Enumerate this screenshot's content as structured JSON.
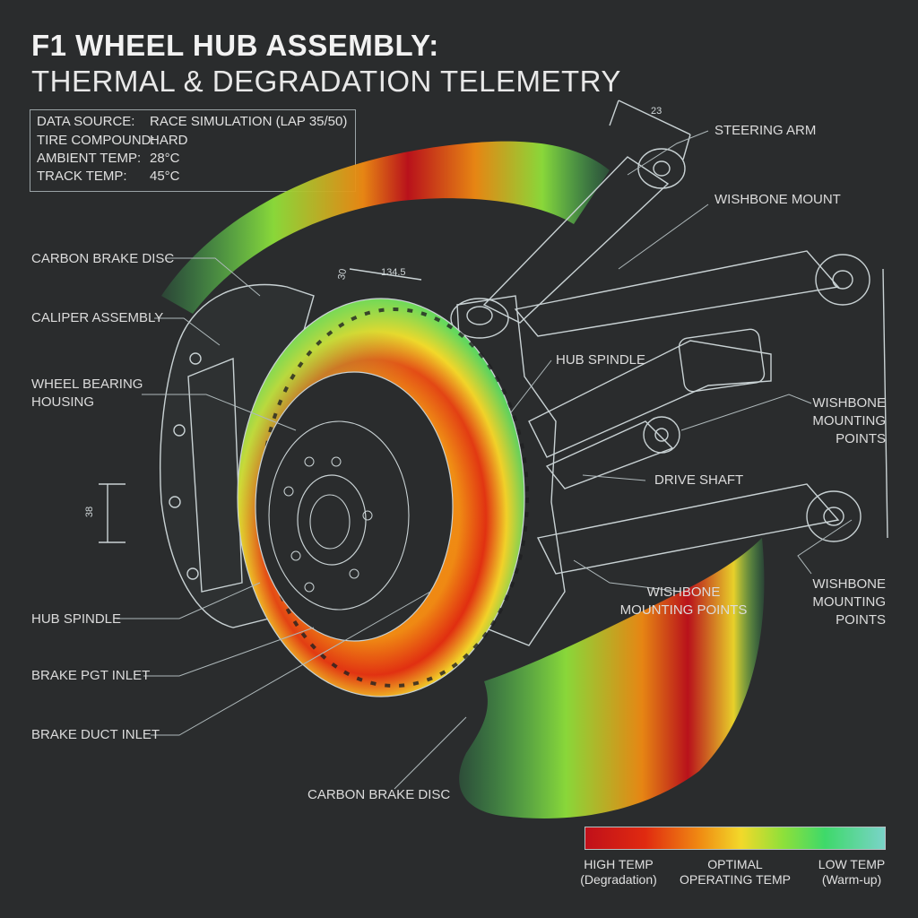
{
  "title": {
    "line1": "F1 WHEEL HUB ASSEMBLY:",
    "line2": "THERMAL & DEGRADATION TELEMETRY"
  },
  "info": [
    {
      "key": "DATA SOURCE:",
      "value": "RACE SIMULATION (LAP 35/50)"
    },
    {
      "key": "TIRE COMPOUND:",
      "value": "HARD"
    },
    {
      "key": "AMBIENT TEMP:",
      "value": "28°C"
    },
    {
      "key": "TRACK TEMP:",
      "value": "45°C"
    }
  ],
  "labels": {
    "carbon_brake_disc_top": "CARBON BRAKE DISC",
    "caliper_assembly": "CALIPER ASSEMBLY",
    "wheel_bearing_line1": "WHEEL BEARING",
    "wheel_bearing_line2": "HOUSING",
    "hub_spindle_left": "HUB SPINDLE",
    "brake_pgt_inlet": "BRAKE PGT INLET",
    "brake_duct_inlet": "BRAKE DUCT INLET",
    "carbon_brake_disc_bottom": "CARBON BRAKE DISC",
    "steering_arm": "STEERING ARM",
    "wishbone_mount": "WISHBONE MOUNT",
    "hub_spindle_right": "HUB SPINDLE",
    "wishbone_points_1_l1": "WISHBONE",
    "wishbone_points_1_l2": "MOUNTING",
    "wishbone_points_1_l3": "POINTS",
    "drive_shaft": "DRIVE SHAFT",
    "wishbone_points_mid_l1": "WISHBONE",
    "wishbone_points_mid_l2": "MOUNTING POINTS",
    "wishbone_points_2_l1": "WISHBONE",
    "wishbone_points_2_l2": "MOUNTING",
    "wishbone_points_2_l3": "POINTS"
  },
  "dimensions": {
    "d1": "23",
    "d2": "30",
    "d3": "134.5",
    "d4": "38"
  },
  "legend": {
    "high_l1": "HIGH TEMP",
    "high_l2": "(Degradation)",
    "opt_l1": "OPTIMAL",
    "opt_l2": "OPERATING TEMP",
    "low_l1": "LOW TEMP",
    "low_l2": "(Warm-up)"
  },
  "colors": {
    "background": "#2a2c2d",
    "high": "#c0101a",
    "optimal": "#f2d92a",
    "low": "#7ad3c8",
    "linework": "#c9d2d4"
  }
}
